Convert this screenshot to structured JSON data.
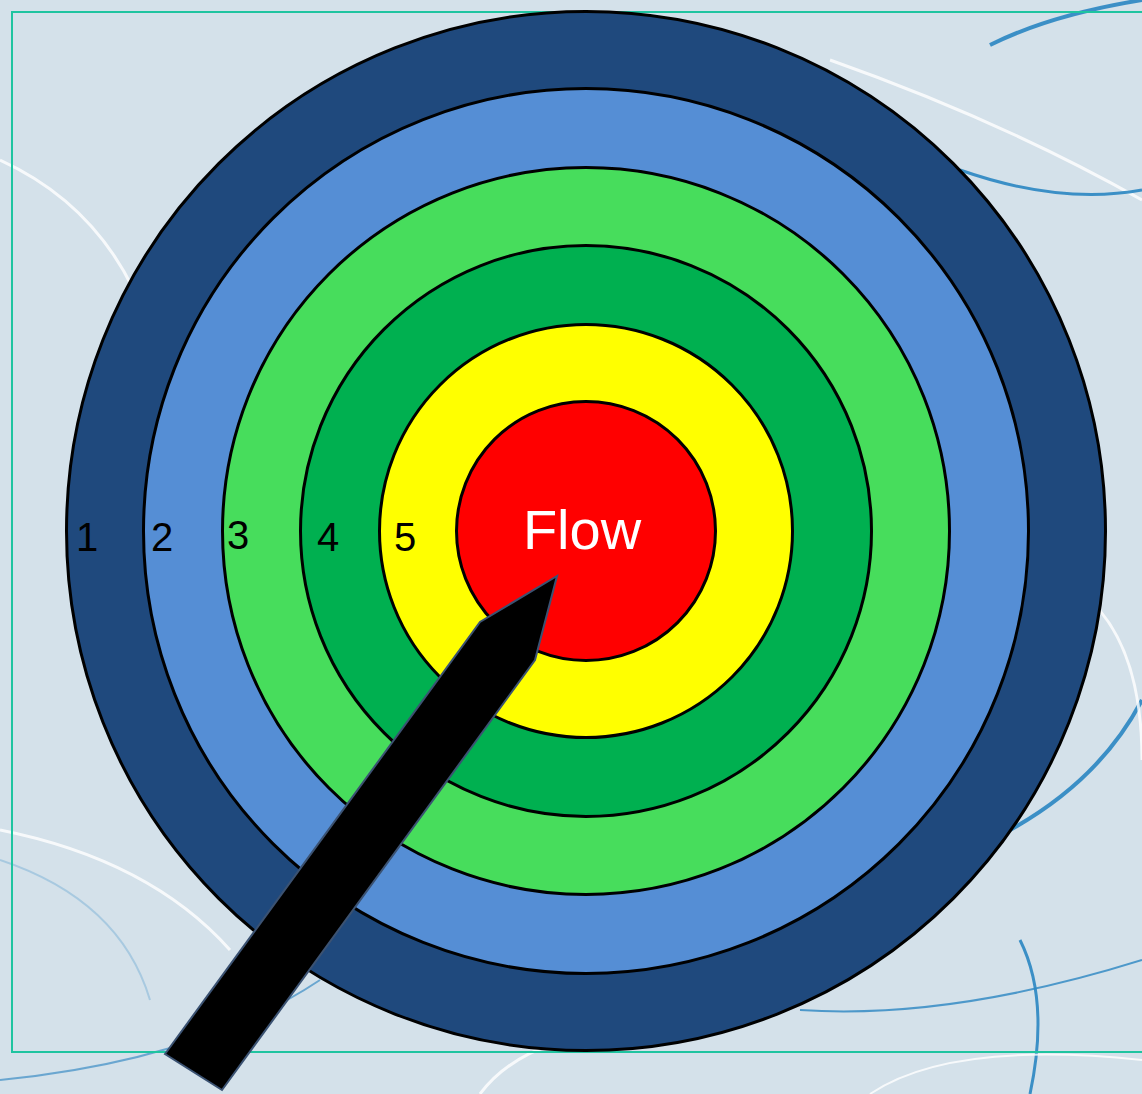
{
  "diagram": {
    "nodes": [
      {
        "text": [
          "1"
        ]
      },
      {
        "text": [
          "2"
        ],
        "in": 0
      },
      {
        "text": [
          "3"
        ],
        "in": 1
      },
      {
        "text": [
          "4"
        ],
        "in": 2
      },
      {
        "text": [
          "5"
        ],
        "in": 3
      },
      {
        "text": [
          "Flow"
        ],
        "in": 4
      }
    ]
  }
}
